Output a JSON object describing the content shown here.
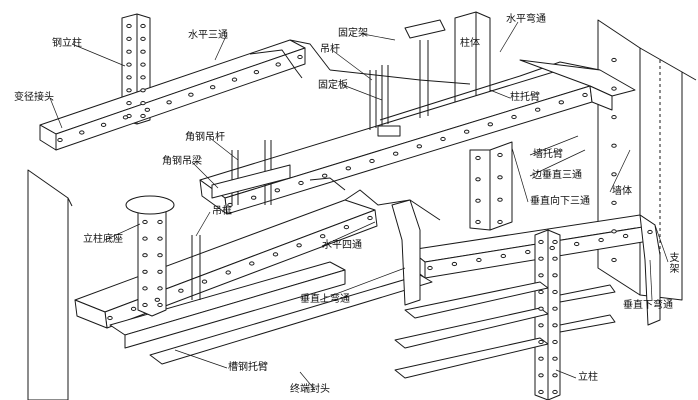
{
  "labels": {
    "steel_column": "钢立柱",
    "reducer": "变径接头",
    "horizontal_tee_top": "水平三通",
    "fixing_bracket": "固定架",
    "hanger_rod": "吊杆",
    "fixing_plate": "固定板",
    "pillar": "柱体",
    "horizontal_elbow": "水平弯通",
    "column_bracket": "柱托臂",
    "angle_hanger_rod": "角钢吊杆",
    "angle_hanger_beam": "角钢吊梁",
    "wall_bracket": "墙托臂",
    "edge_vertical_tee": "边垂直三通",
    "wall": "墙体",
    "vertical_down_tee": "垂直向下三通",
    "column_base": "立柱底座",
    "hanger_frame": "吊框",
    "horizontal_cross": "水平四通",
    "support": "支架",
    "vertical_up_elbow": "垂直上弯通",
    "vertical_down_elbow": "垂直下弯通",
    "channel_bracket": "槽钢托臂",
    "end_cap": "终端封头",
    "upright": "立柱"
  },
  "colors": {
    "ink": "#1a1a1a",
    "paper": "#ffffff"
  }
}
